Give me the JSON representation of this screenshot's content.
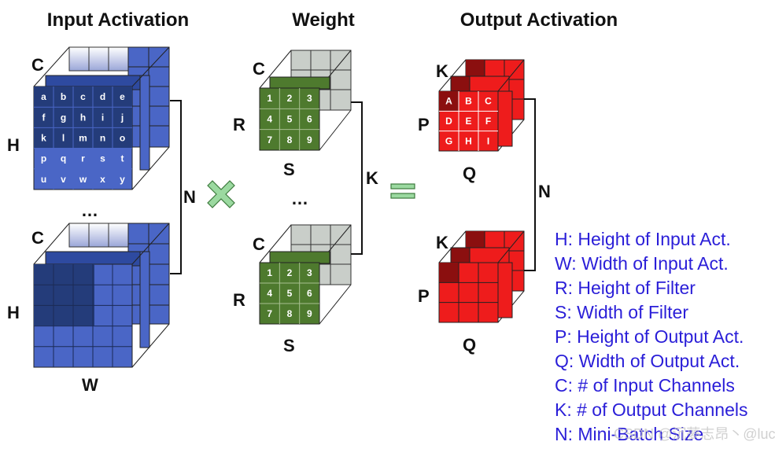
{
  "titles": {
    "input": "Input Activation",
    "weight": "Weight",
    "output": "Output Activation"
  },
  "labels": {
    "C": "C",
    "H": "H",
    "W": "W",
    "R": "R",
    "S": "S",
    "K": "K",
    "P": "P",
    "Q": "Q",
    "N": "N",
    "ellipsis": "…"
  },
  "input_cells": [
    "a",
    "b",
    "c",
    "d",
    "e",
    "f",
    "g",
    "h",
    "i",
    "j",
    "k",
    "l",
    "m",
    "n",
    "o",
    "p",
    "q",
    "r",
    "s",
    "t",
    "u",
    "v",
    "w",
    "x",
    "y"
  ],
  "weight_cells": [
    "1",
    "2",
    "3",
    "4",
    "5",
    "6",
    "7",
    "8",
    "9"
  ],
  "output_cells": [
    "A",
    "B",
    "C",
    "D",
    "E",
    "F",
    "G",
    "H",
    "I"
  ],
  "operators": {
    "times": "multiply-icon",
    "equals": "equals-icon"
  },
  "colors": {
    "input_blue": "#4a66c6",
    "input_dark": "#243c7a",
    "weight_green": "#4e7a2e",
    "weight_gray": "#c9cec9",
    "output_red": "#ee1c1c",
    "output_dark": "#8b0f0f",
    "legend_text": "#2a1ed8",
    "operator_green": "#9bd9a0"
  },
  "legend": [
    "H: Height of Input Act.",
    "W: Width of Input Act.",
    "R: Height of Filter",
    "S: Width of Filter",
    "P: Height of Output Act.",
    "Q: Width of Output Act.",
    "C: # of Input Channels",
    "K: # of Output Channels",
    "N: Mini-Batch Size"
  ],
  "watermark": "CSDN @沉夢志昂丶@lucio"
}
